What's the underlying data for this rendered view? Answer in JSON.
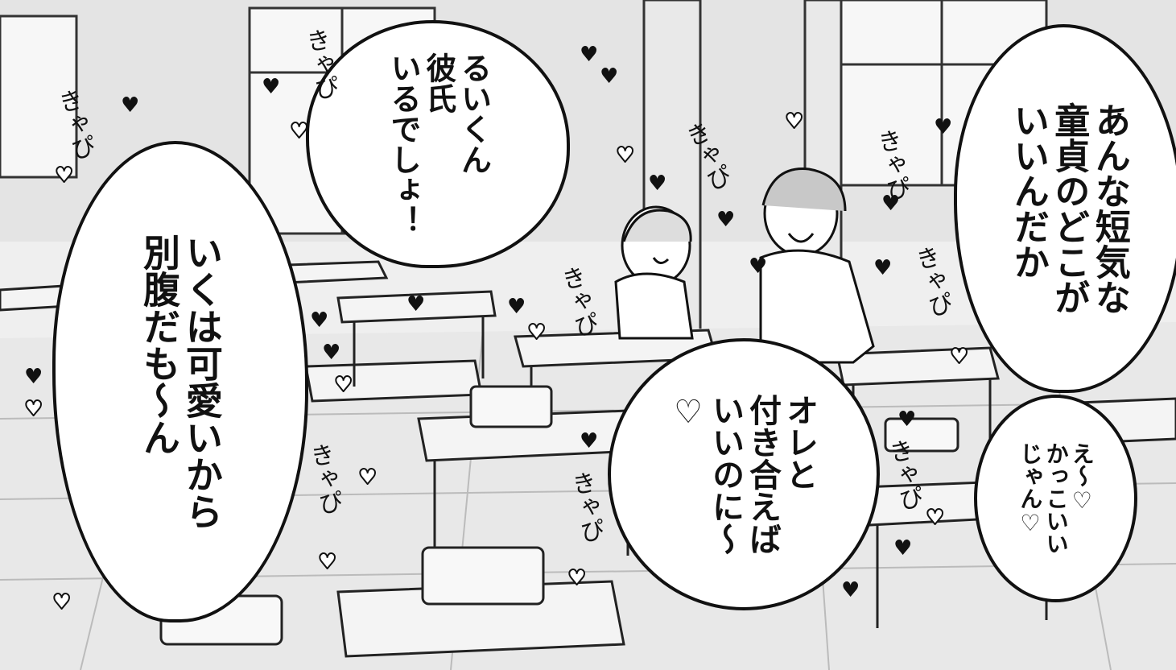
{
  "speech": {
    "bubble_1": "あんな短気な\n童貞のどこが\nいいんだか",
    "bubble_2": "るいくん\n彼氏\nいるでしょ！",
    "bubble_3": "いくは可愛いから\n別腹だも～ん",
    "bubble_4": "オレと\n付き合えば\nいいのに～\n♡",
    "bubble_5": "え～♡\nかっこいい\nじゃん♡"
  },
  "sound_effects": {
    "sfx_1": "きゃぴ",
    "sfx_2": "きゃぴ",
    "sfx_3": "きゃぴ",
    "sfx_4": "きゃぴ",
    "sfx_5": "きゃぴ",
    "sfx_6": "きゃぴ",
    "sfx_7": "きゃぴ",
    "sfx_8": "きゃぴ",
    "sfx_9": "きゃぴ"
  },
  "colors": {
    "ink": "#111111",
    "paper": "#ffffff",
    "screentone": "#d9d9d9"
  },
  "icons": [
    "heart-icon",
    "heart-outline-icon"
  ]
}
